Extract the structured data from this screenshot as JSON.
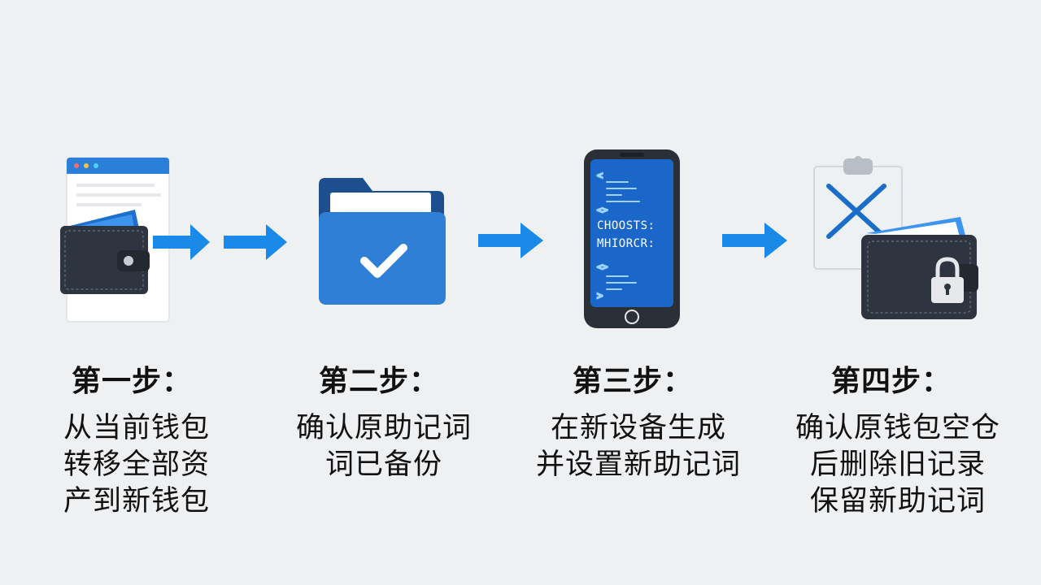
{
  "steps": [
    {
      "title": "第一步：",
      "description": "从当前钱包\n转移全部资\n产到新钱包",
      "icon": "browser-wallet-icon"
    },
    {
      "title": "第二步：",
      "description": "确认原助记词\n词已备份",
      "icon": "folder-check-icon"
    },
    {
      "title": "第三步：",
      "description": "在新设备生成\n并设置新助记词",
      "icon": "smartphone-code-icon",
      "screen_lines": [
        "CHOOSTS:",
        "MHIORCR:"
      ]
    },
    {
      "title": "第四步：",
      "description": "确认原钱包空仓\n后删除旧记录\n保留新助记词",
      "icon": "locked-wallet-icon"
    }
  ],
  "colors": {
    "background": "#eff0f2",
    "accent_blue": "#1a8ae8",
    "dark_wallet": "#2f3540",
    "text": "#111111"
  }
}
